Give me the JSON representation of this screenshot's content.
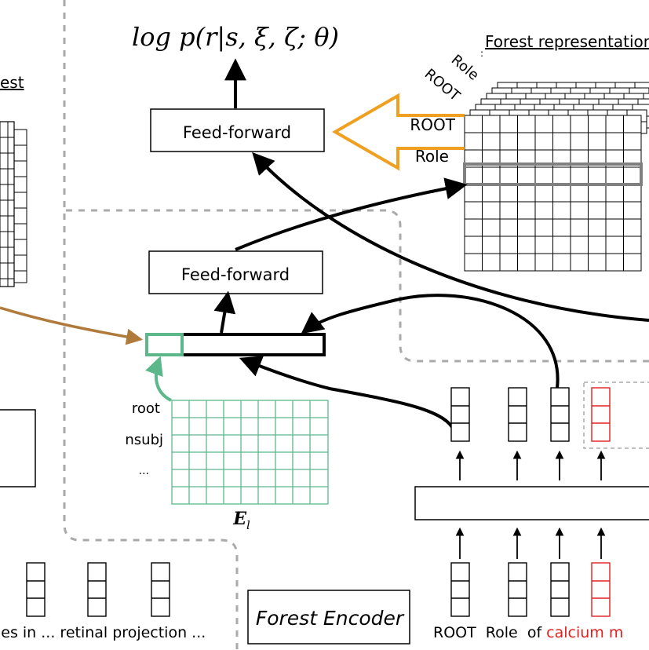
{
  "diagram": {
    "output_formula": "log p(r|s, ξ, ζ; θ)",
    "forest_representation_title": "Forest representation",
    "left_partial_title": "est",
    "forest_row_labels": [
      "ROOT",
      "Role",
      "..."
    ],
    "forest_rotated_labels": [
      "Role",
      "ROOT"
    ],
    "feed_forward_top_label": "Feed-forward",
    "feed_forward_mid_label": "Feed-forward",
    "embedding_row_labels": [
      "root",
      "nsubj",
      "..."
    ],
    "embedding_matrix_label": "E",
    "embedding_matrix_subscript": "l",
    "forest_encoder_label": "Forest Encoder",
    "bottom_left_tokens": "les in ... retinal projection ...",
    "bottom_tokens_black": "ROOT  Role  of",
    "bottom_tokens_red": "calcium m",
    "colors": {
      "orange_arrow": "#f0a020",
      "green_embedding": "#5cb88a",
      "brown_arrow": "#b07a3a",
      "red_highlight": "#e02020",
      "gray_dashed": "#aaaaaa",
      "gray_highlight": "#808080"
    }
  }
}
